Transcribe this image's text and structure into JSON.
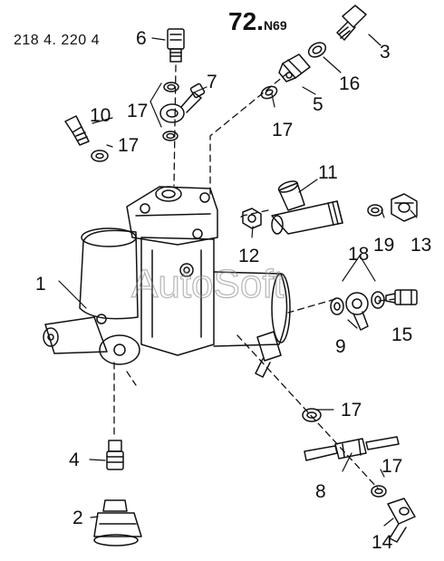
{
  "header": {
    "part_codes": "218 4. 220 4",
    "sheet_number": "72.",
    "sheet_suffix": "N69"
  },
  "watermark": "AutoSoft",
  "callouts": [
    "6",
    "3",
    "7",
    "16",
    "17",
    "5",
    "10",
    "17",
    "17",
    "11",
    "12",
    "19",
    "13",
    "18",
    "1",
    "9",
    "15",
    "17",
    "4",
    "8",
    "17",
    "2",
    "14"
  ]
}
